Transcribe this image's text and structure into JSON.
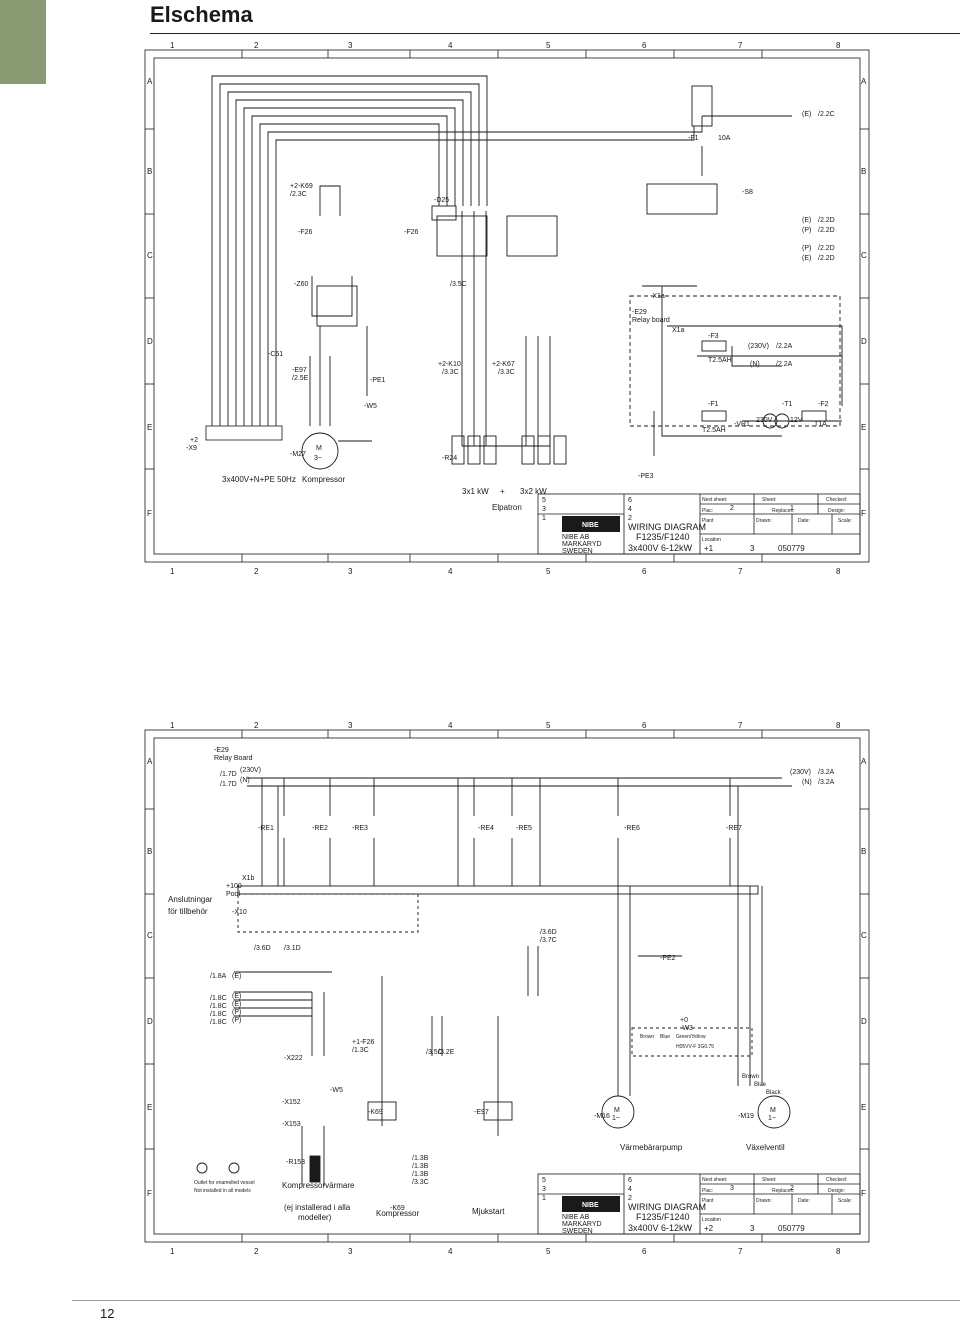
{
  "page": {
    "title": "Elschema",
    "number": "12"
  },
  "grid": {
    "columns": [
      "1",
      "2",
      "3",
      "4",
      "5",
      "6",
      "7",
      "8"
    ],
    "rows": [
      "A",
      "B",
      "C",
      "D",
      "E",
      "F"
    ]
  },
  "sheet1": {
    "supply": "3x400V+N+PE 50Hz",
    "compressor": "Kompressor",
    "elpatron": "Elpatron",
    "heater_1": "3x1 kW",
    "heater_plus": "+",
    "heater_2": "3x2 kW",
    "tags": {
      "x9": "-X9",
      "x9p": "+2",
      "m27": "-M27",
      "z60": "-Z60",
      "c61": "-C61",
      "e97": "-E97",
      "e97r": "/2.5E",
      "f26a": "-F26",
      "f26b": "-F26",
      "k69": "+2-K69",
      "k69r": "/2.3C",
      "d25": "-D25",
      "ref35c": "/3.5C",
      "k10": "+2-K10",
      "k10r": "/3.3C",
      "k67": "+2-K67",
      "k67r": "/3.3C",
      "r24": "-R24",
      "pe1": "-PE1",
      "w5": "-W5",
      "pe3": "-PE3",
      "f1top": "-F1",
      "f1amp": "10A",
      "s8": "-S8",
      "x1a": "-X1a",
      "x1a2": "X1a",
      "e29": "-E29",
      "relay": "Relay board",
      "f3": "-F3",
      "f3amp": "T2.5AH",
      "v230": "(230V)",
      "vn": "(N)",
      "r22a": "/2.2A",
      "r22a2": "/2.2A",
      "f1b": "-F1",
      "f1bamp": "T2.5AH",
      "vr1": "-VR1",
      "t1": "-T1",
      "t230": "230V",
      "t12": "12V",
      "f2": "-F2",
      "f2amp": "T1A",
      "e": "(E)",
      "r22c": "/2.2C",
      "p1": "(E)",
      "p2": "(P)",
      "p3": "(P)",
      "p4": "(E)",
      "o1": "/2.2D",
      "o2": "/2.2D",
      "o3": "/2.2D",
      "o4": "/2.2D",
      "m": "M",
      "m3": "3~"
    },
    "title_block": {
      "num_5": "5",
      "num_3": "3",
      "num_1": "1",
      "num_6": "6",
      "num_4": "4",
      "num_2": "2",
      "next_sheet_label": "Next sheet:",
      "next_sheet": "2",
      "sheet_label": "Sheet:",
      "sheet": "1",
      "checked_label": "Checked:",
      "plac_label": "Plac:",
      "replaces_label": "Replaces:",
      "design_label": "Design:",
      "title_1": "WIRING DIAGRAM",
      "title_2": "F1235/F1240",
      "title_3": "3x400V 6-12kW",
      "plant_label": "Plant",
      "drawn_label": "Drawn:",
      "date_label": "Date:",
      "scale_label": "Scale:",
      "location_label": "Location",
      "location": "+1",
      "rev": "3",
      "doc": "050779",
      "company_1": "NIBE AB",
      "company_2": "MARKARYD",
      "company_3": "SWEDEN",
      "logo": "NIBE"
    }
  },
  "sheet2": {
    "e29": "-E29",
    "relay": "Relay Board",
    "r170a": "/1.7D",
    "r170b": "/1.7D",
    "v230": "(230V)",
    "vn": "(N)",
    "v230r": "(230V)",
    "vnr": "(N)",
    "r32a": "/3.2A",
    "r32a2": "/3.2A",
    "relays": [
      "-RE1",
      "-RE2",
      "-RE3",
      "-RE4",
      "-RE5",
      "-RE6",
      "-RE7"
    ],
    "anslutningar_1": "Anslutningar",
    "anslutningar_2": "för tillbehör",
    "x100": "+100",
    "pool": "Pool",
    "x1b": "X1b",
    "x10": "-X10",
    "r360": "/3.6D",
    "r315": "/3.1D",
    "r360b": "/3.6D",
    "r370": "/3.7C",
    "pe2": "-PE2",
    "r18a": "/1.8A",
    "r18c_1": "/1.8C",
    "r18c_2": "/1.8C",
    "r18c_3": "/1.8C",
    "r18c_4": "/1.8C",
    "e1": "(E)",
    "e2": "(E)",
    "e3": "(E)",
    "e4": "(P)",
    "e5": "(P)",
    "x222": "-X222",
    "f26": "+1-F26",
    "f26r": "/1.3C",
    "r35c": "/3.5C",
    "r32e": "/3.2E",
    "x152": "-X152",
    "w5": "-W5",
    "x153": "-X153",
    "k69": "-K69",
    "e97": "-E97",
    "r153": "-R153",
    "w3p": "+0",
    "w3": "-W3",
    "brown": "Brown",
    "blue": "Blue",
    "gy": "Green/Yellow",
    "cable": "H05VV-F 3G0.75",
    "m16": "-M16",
    "m19": "-M19",
    "m19c1": "Brown",
    "m19c2": "Blue",
    "m19c3": "Black",
    "m": "M",
    "m1a": "1~",
    "m1b": "1~",
    "varmebararpump": "Värmebärarpump",
    "vaxelventil": "Växelventil",
    "outlet_1": "Outlet for enamelled vessel",
    "outlet_2": "Not installed in all models",
    "komp_varmare": "Kompressorvärmare",
    "ej_1": "(ej installerad i alla",
    "ej_2": "modeller)",
    "kompressor": "Kompressor",
    "mjukstart": "Mjukstart",
    "k69b": "-K69",
    "k13b_1": "/1.3B",
    "k13b_2": "/1.3B",
    "k13b_3": "/1.3B",
    "k13c": "/3.3C",
    "title_block": {
      "num_5": "5",
      "num_3": "3",
      "num_1": "1",
      "num_6": "6",
      "num_4": "4",
      "num_2": "2",
      "next_sheet_label": "Next sheet:",
      "next_sheet": "3",
      "sheet_label": "Sheet:",
      "sheet": "2",
      "checked_label": "Checked:",
      "plac_label": "Plac:",
      "replaces_label": "Replaces:",
      "design_label": "Design:",
      "title_1": "WIRING DIAGRAM",
      "title_2": "F1235/F1240",
      "title_3": "3x400V 6-12kW",
      "plant_label": "Plant",
      "drawn_label": "Drawn:",
      "date_label": "Date:",
      "scale_label": "Scale:",
      "location_label": "Location",
      "location": "+2",
      "rev": "3",
      "doc": "050779",
      "company_1": "NIBE AB",
      "company_2": "MARKARYD",
      "company_3": "SWEDEN",
      "logo": "NIBE"
    }
  }
}
